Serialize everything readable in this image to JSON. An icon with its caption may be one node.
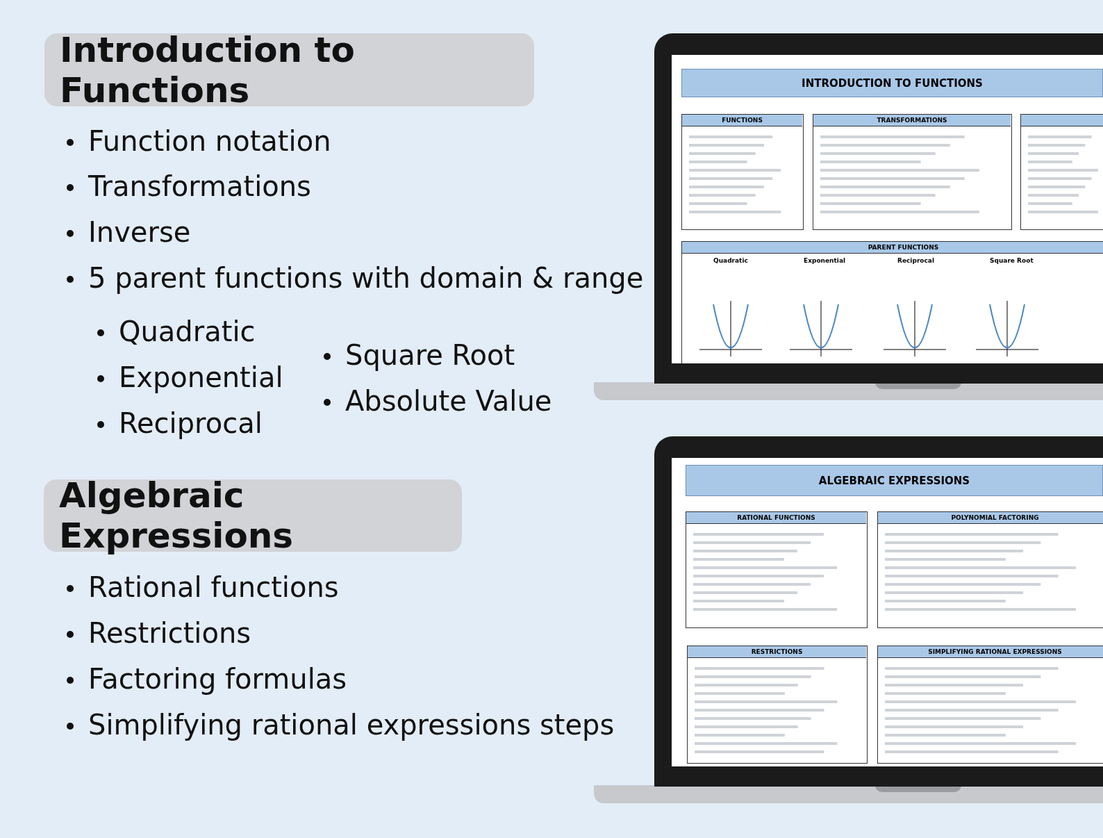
{
  "diagram": {
    "nodes": [
      {
        "text": [
          "Introduction to Functions"
        ]
      },
      {
        "text": [
          "Algebraic Expressions"
        ]
      }
    ],
    "labels": [
      "Function notation",
      "Transformations",
      "Inverse",
      "5 parent functions with domain & range",
      "Quadratic",
      "Exponential",
      "Reciprocal",
      "Square Root",
      "Absolute Value",
      "Rational functions",
      "Restrictions",
      "Factoring formulas",
      "Simplifying rational expressions steps",
      "INTRODUCTION TO FUNCTIONS",
      "FUNCTIONS",
      "TRANSFORMATIONS",
      "PARENT FUNCTIONS",
      "Quadratic",
      "Exponential",
      "Reciprocal",
      "Square Root",
      "ALGEBRAIC EXPRESSIONS",
      "RATIONAL FUNCTIONS",
      "POLYNOMIAL FACTORING",
      "RESTRICTIONS",
      "SIMPLIFYING RATIONAL EXPRESSIONS"
    ]
  }
}
